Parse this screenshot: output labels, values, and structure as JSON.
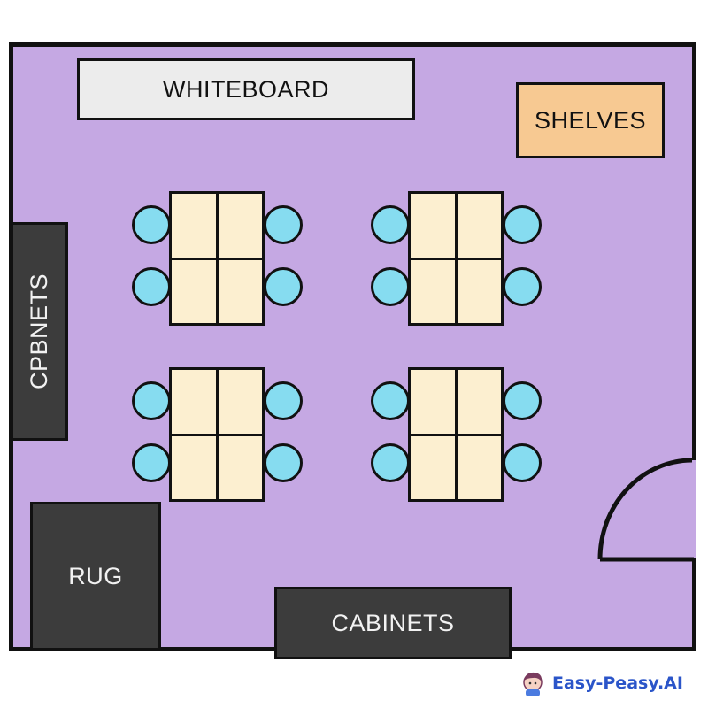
{
  "room": {
    "fixtures": {
      "whiteboard": "WHITEBOARD",
      "shelves": "SHELVES",
      "side_cabinets": "CPBNETS",
      "rug": "RUG",
      "cabinets": "CABINETS"
    },
    "desk_groups": [
      {
        "chairs": 4,
        "desks": 4
      },
      {
        "chairs": 4,
        "desks": 4
      },
      {
        "chairs": 4,
        "desks": 4
      },
      {
        "chairs": 4,
        "desks": 4
      }
    ],
    "door": "door-swing"
  },
  "colors": {
    "floor": "#c5a8e3",
    "whiteboard": "#ececec",
    "shelves": "#f7c992",
    "dark_fixture": "#3c3c3c",
    "desk": "#fcefd0",
    "chair": "#86dcf0",
    "brand": "#2b55c9"
  },
  "brand": {
    "name": "Easy-Peasy.AI",
    "icon": "avatar-icon"
  }
}
